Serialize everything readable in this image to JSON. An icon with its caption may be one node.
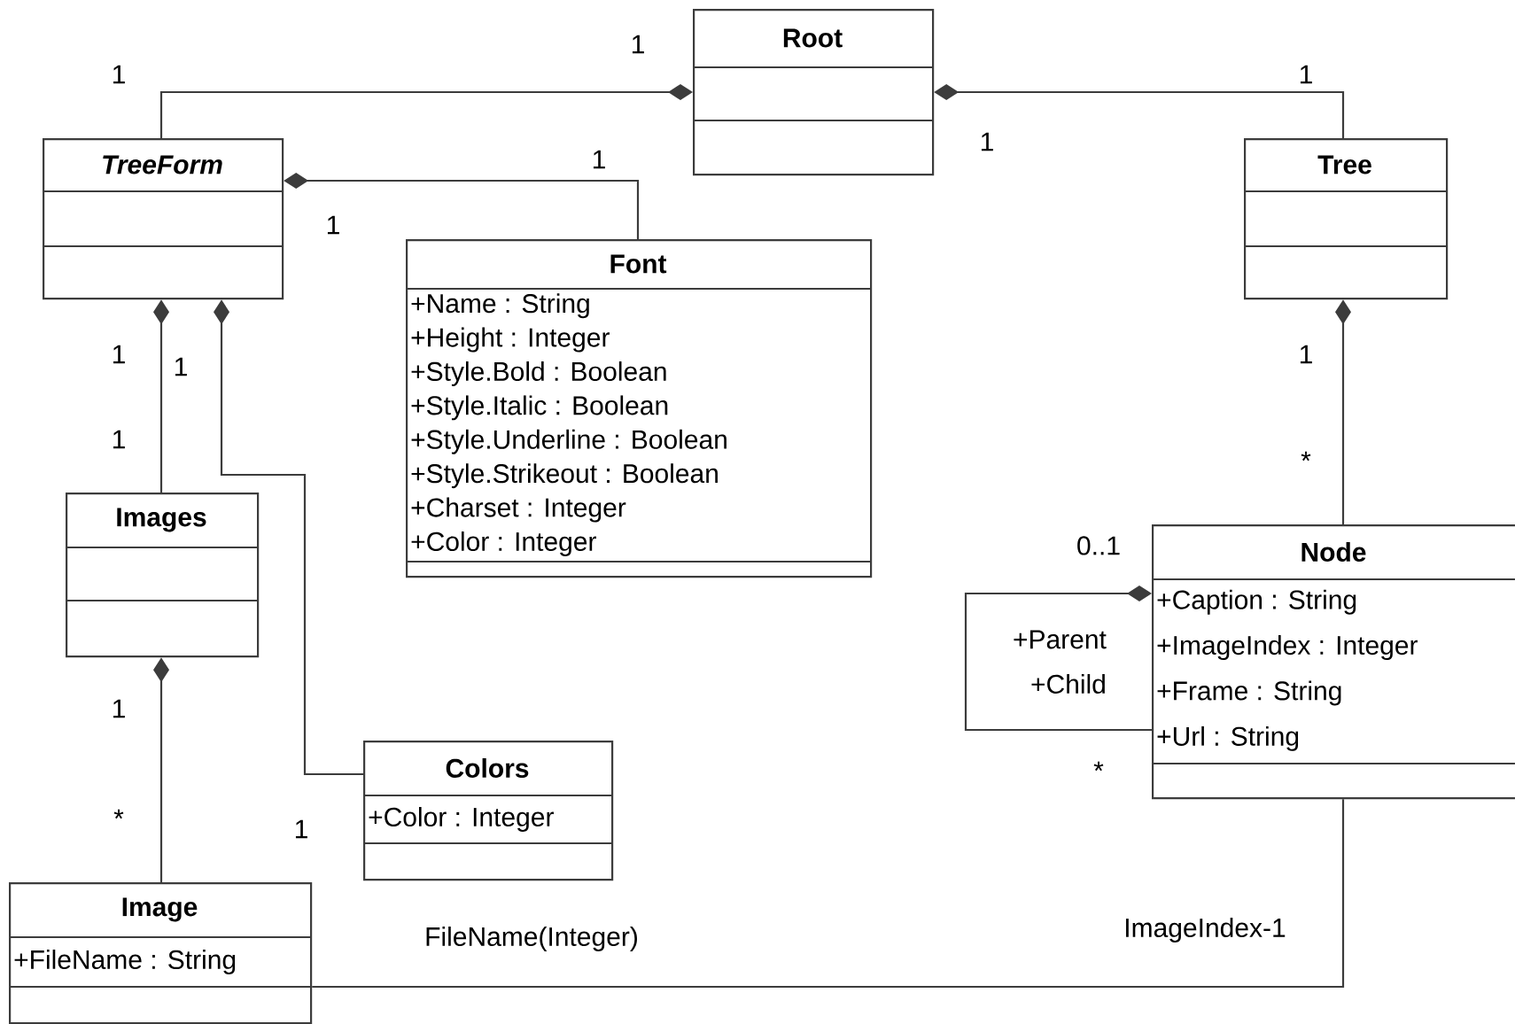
{
  "diagram": {
    "nodes": [
      {
        "text": [
          "Root"
        ]
      },
      {
        "text": [
          "TreeForm"
        ]
      },
      {
        "text": [
          "Tree"
        ]
      },
      {
        "text": [
          "Font",
          "+Name : String",
          "+Height : Integer",
          "+Style.Bold : Boolean",
          "+Style.Italic : Boolean",
          "+Style.Underline : Boolean",
          "+Style.Strikeout : Boolean",
          "+Charset : Integer",
          "+Color : Integer"
        ]
      },
      {
        "text": [
          "Images"
        ]
      },
      {
        "text": [
          "Node",
          "+Caption : String",
          "+ImageIndex : Integer",
          "+Frame : String",
          "+Url : String"
        ]
      },
      {
        "text": [
          "Colors",
          "+Color : Integer"
        ]
      },
      {
        "text": [
          "Image",
          "+FileName : String"
        ]
      }
    ],
    "edges": [
      {
        "from": 0,
        "to": 1,
        "arrow": "other"
      },
      {
        "from": 0,
        "to": 2,
        "arrow": "other"
      },
      {
        "from": 1,
        "to": 3,
        "arrow": "other"
      },
      {
        "from": 1,
        "to": 4,
        "arrow": "other"
      },
      {
        "from": 1,
        "to": 6,
        "arrow": "other"
      },
      {
        "from": 2,
        "to": 5,
        "arrow": "other"
      },
      {
        "from": 5,
        "to": 5,
        "arrow": "other"
      },
      {
        "from": 4,
        "to": 7,
        "arrow": "other"
      },
      {
        "from": 5,
        "to": 7,
        "arrow": "none"
      }
    ],
    "labels": [
      "1",
      "1",
      "1",
      "1",
      "1",
      "1",
      "1",
      "1",
      "1",
      "1",
      "*",
      "0..1",
      "+Parent",
      "+Child",
      "1",
      "*",
      "*",
      "1",
      "ImageIndex-1",
      "FileName(Integer)"
    ]
  }
}
